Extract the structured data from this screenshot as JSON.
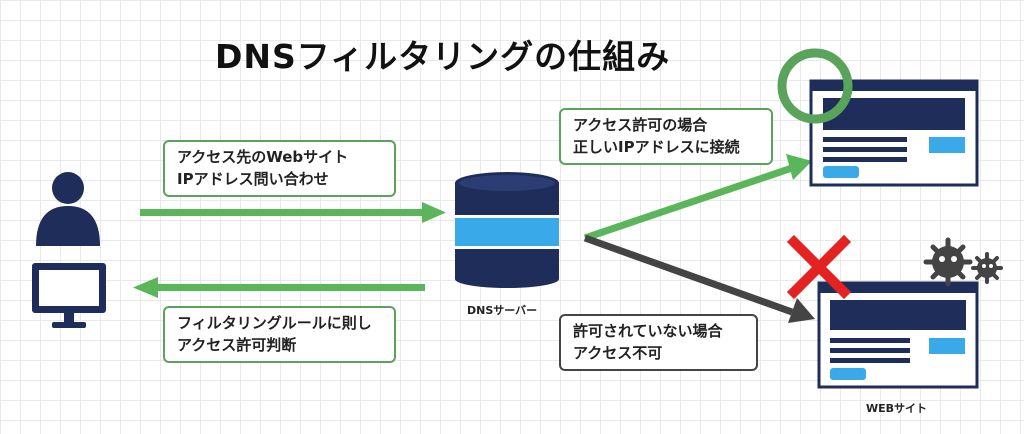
{
  "title": "DNSフィルタリングの仕組み",
  "callouts": {
    "query": [
      "アクセス先のWebサイト",
      "IPアドレス問い合わせ"
    ],
    "reply": [
      "フィルタリングルールに則し",
      "アクセス許可判断"
    ],
    "allowed": [
      "アクセス許可の場合",
      "正しいIPアドレスに接続"
    ],
    "denied": [
      "許可されていない場合",
      "アクセス不可"
    ]
  },
  "labels": {
    "dns_server": "DNSサーバー",
    "website": "WEBサイト"
  },
  "colors": {
    "green_arrow": "#5bb55b",
    "dark_arrow": "#444444",
    "navy": "#1e2d5a",
    "accent_blue": "#3aa9ea",
    "ok_ring": "#5aa35a",
    "deny_cross": "#e52222"
  }
}
